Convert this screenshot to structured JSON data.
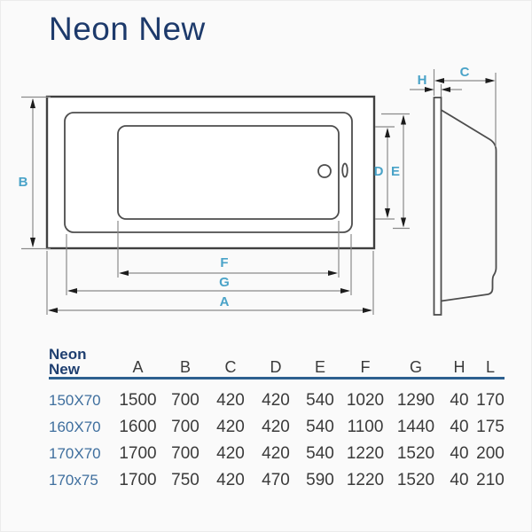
{
  "title": "Neon New",
  "diagram": {
    "dimension_labels": {
      "A": "A",
      "B": "B",
      "C": "C",
      "D": "D",
      "E": "E",
      "F": "F",
      "G": "G",
      "H": "H"
    },
    "accent_color": "#4aa3c8",
    "outline_color": "#3f3f3f",
    "dim_line_color": "#8a8a8a"
  },
  "table": {
    "title_line1": "Neon",
    "title_line2": "New",
    "columns": [
      "A",
      "B",
      "C",
      "D",
      "E",
      "F",
      "G",
      "H",
      "L"
    ],
    "rows": [
      {
        "model": "150X70",
        "values": [
          "1500",
          "700",
          "420",
          "420",
          "540",
          "1020",
          "1290",
          "40",
          "170"
        ]
      },
      {
        "model": "160X70",
        "values": [
          "1600",
          "700",
          "420",
          "420",
          "540",
          "1100",
          "1440",
          "40",
          "175"
        ]
      },
      {
        "model": "170X70",
        "values": [
          "1700",
          "700",
          "420",
          "420",
          "540",
          "1220",
          "1520",
          "40",
          "200"
        ]
      },
      {
        "model": "170x75",
        "values": [
          "1700",
          "750",
          "420",
          "470",
          "590",
          "1220",
          "1520",
          "40",
          "210"
        ]
      }
    ]
  }
}
